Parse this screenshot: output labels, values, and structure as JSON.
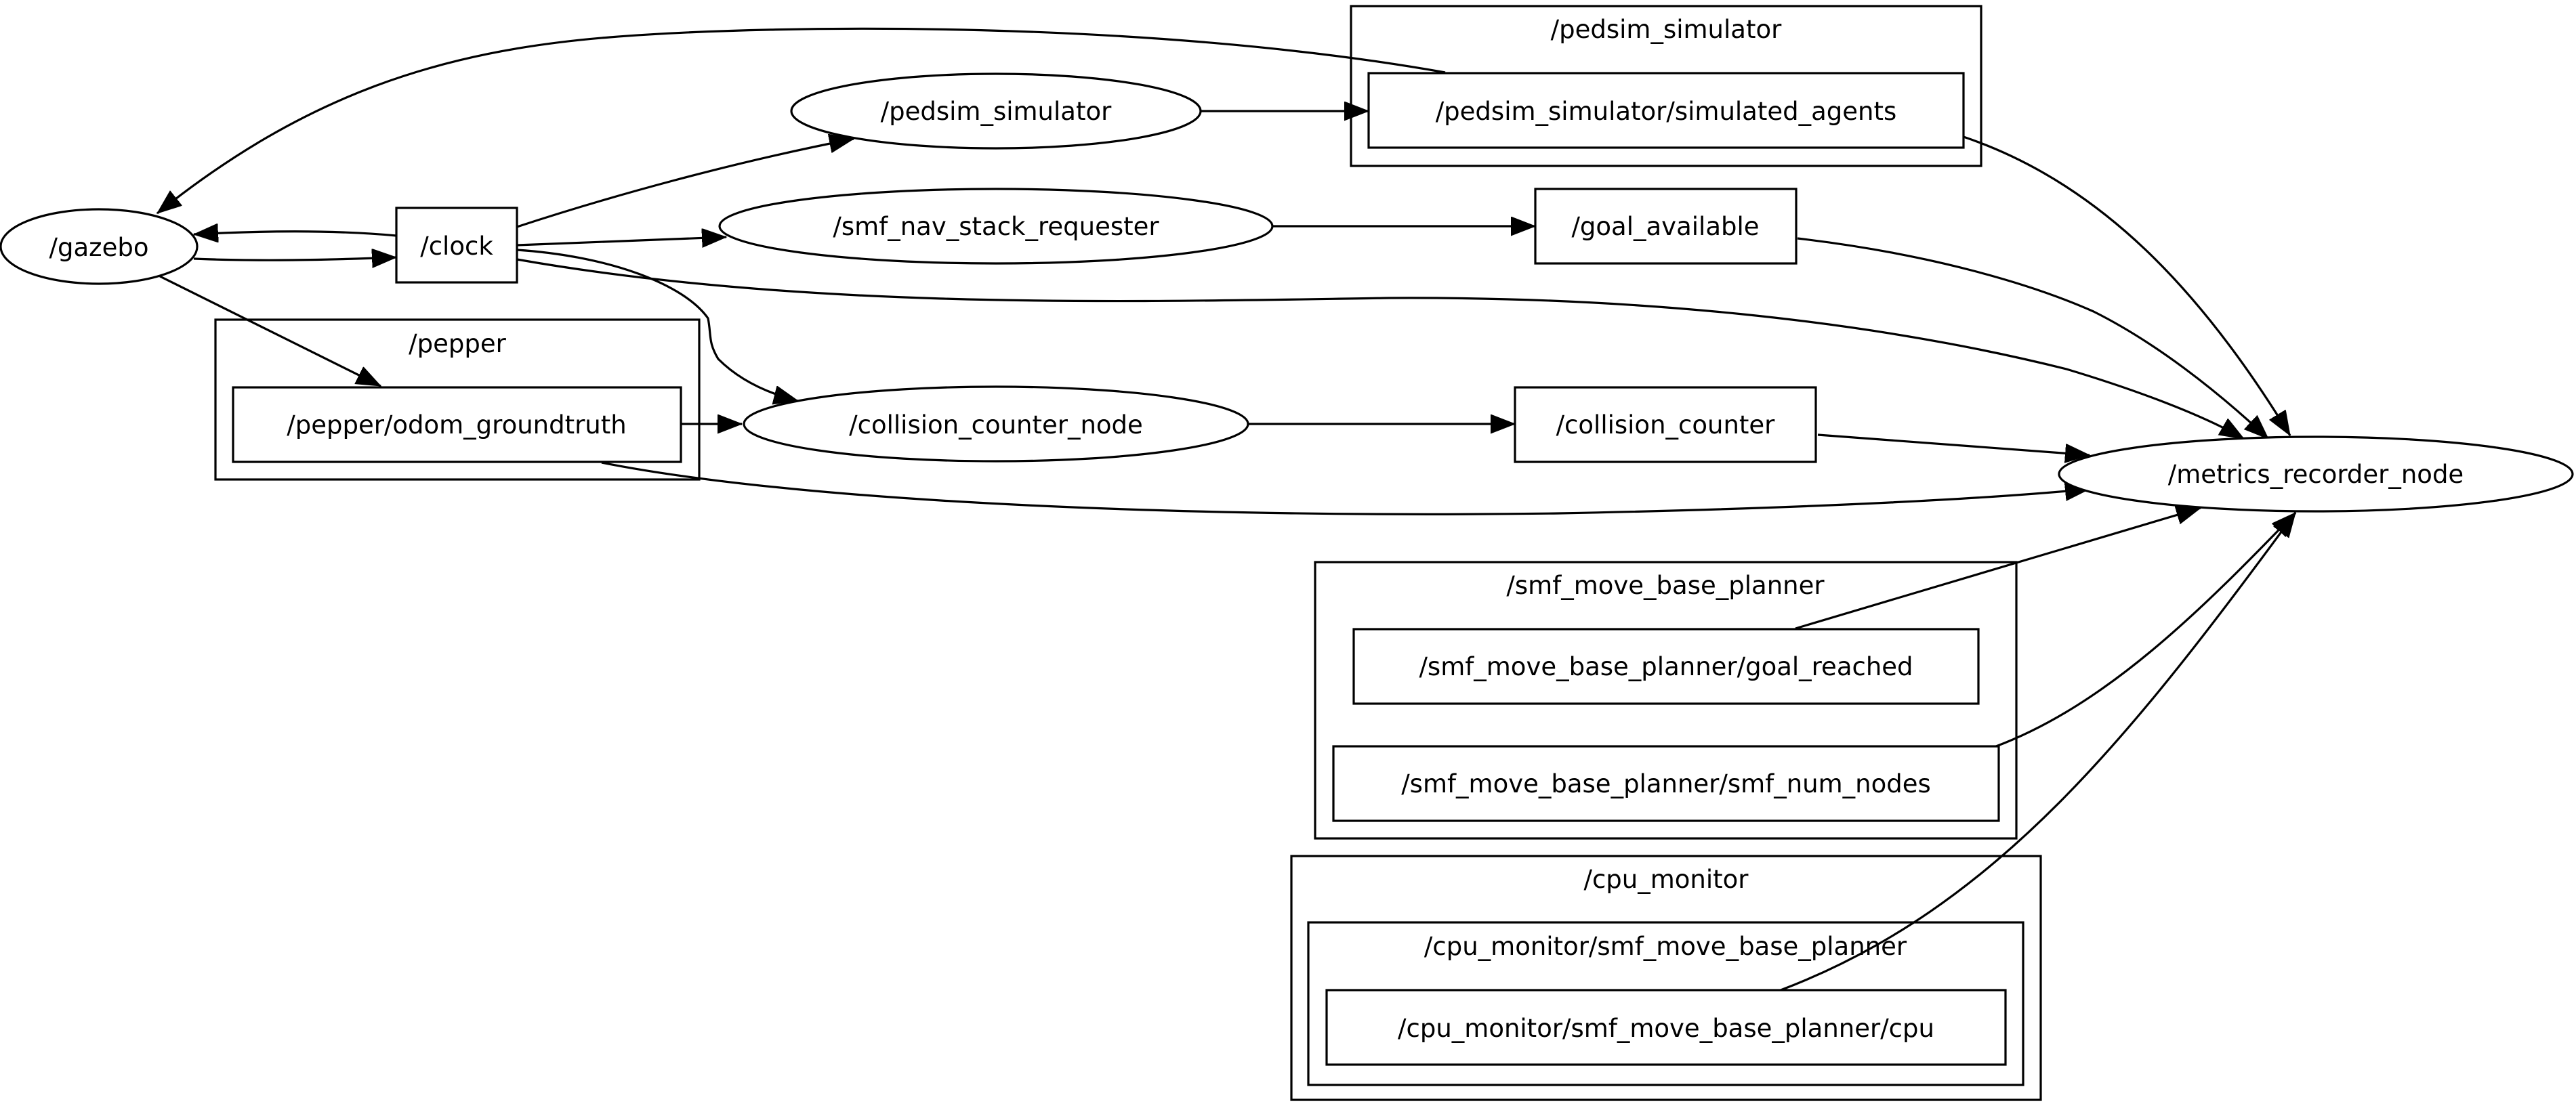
{
  "graph": {
    "clusters": [
      {
        "id": "pedsim_simulator",
        "label": "/pedsim_simulator"
      },
      {
        "id": "pepper",
        "label": "/pepper"
      },
      {
        "id": "smf_move_base_planner",
        "label": "/smf_move_base_planner"
      },
      {
        "id": "cpu_monitor",
        "label": "/cpu_monitor"
      },
      {
        "id": "cpu_monitor_smf",
        "label": "/cpu_monitor/smf_move_base_planner"
      }
    ],
    "nodes": [
      {
        "id": "gazebo",
        "label": "/gazebo",
        "kind": "node"
      },
      {
        "id": "clock",
        "label": "/clock",
        "kind": "topic"
      },
      {
        "id": "pedsim_node",
        "label": "/pedsim_simulator",
        "kind": "node"
      },
      {
        "id": "simulated_agents",
        "label": "/pedsim_simulator/simulated_agents",
        "kind": "topic"
      },
      {
        "id": "smf_nav",
        "label": "/smf_nav_stack_requester",
        "kind": "node"
      },
      {
        "id": "goal_available",
        "label": "/goal_available",
        "kind": "topic"
      },
      {
        "id": "odom",
        "label": "/pepper/odom_groundtruth",
        "kind": "topic"
      },
      {
        "id": "collision_node",
        "label": "/collision_counter_node",
        "kind": "node"
      },
      {
        "id": "collision_counter",
        "label": "/collision_counter",
        "kind": "topic"
      },
      {
        "id": "metrics",
        "label": "/metrics_recorder_node",
        "kind": "node"
      },
      {
        "id": "goal_reached",
        "label": "/smf_move_base_planner/goal_reached",
        "kind": "topic"
      },
      {
        "id": "num_nodes",
        "label": "/smf_move_base_planner/smf_num_nodes",
        "kind": "topic"
      },
      {
        "id": "cpu",
        "label": "/cpu_monitor/smf_move_base_planner/cpu",
        "kind": "topic"
      }
    ],
    "edges": [
      {
        "from": "simulated_agents",
        "to": "gazebo"
      },
      {
        "from": "clock",
        "to": "gazebo"
      },
      {
        "from": "gazebo",
        "to": "clock"
      },
      {
        "from": "gazebo",
        "to": "odom"
      },
      {
        "from": "clock",
        "to": "pedsim_node"
      },
      {
        "from": "clock",
        "to": "smf_nav"
      },
      {
        "from": "clock",
        "to": "collision_node"
      },
      {
        "from": "clock",
        "to": "metrics"
      },
      {
        "from": "pedsim_node",
        "to": "simulated_agents"
      },
      {
        "from": "smf_nav",
        "to": "goal_available"
      },
      {
        "from": "odom",
        "to": "collision_node"
      },
      {
        "from": "odom",
        "to": "metrics"
      },
      {
        "from": "collision_node",
        "to": "collision_counter"
      },
      {
        "from": "collision_counter",
        "to": "metrics"
      },
      {
        "from": "goal_available",
        "to": "metrics"
      },
      {
        "from": "simulated_agents",
        "to": "metrics"
      },
      {
        "from": "goal_reached",
        "to": "metrics"
      },
      {
        "from": "num_nodes",
        "to": "metrics"
      },
      {
        "from": "cpu",
        "to": "metrics"
      }
    ]
  }
}
